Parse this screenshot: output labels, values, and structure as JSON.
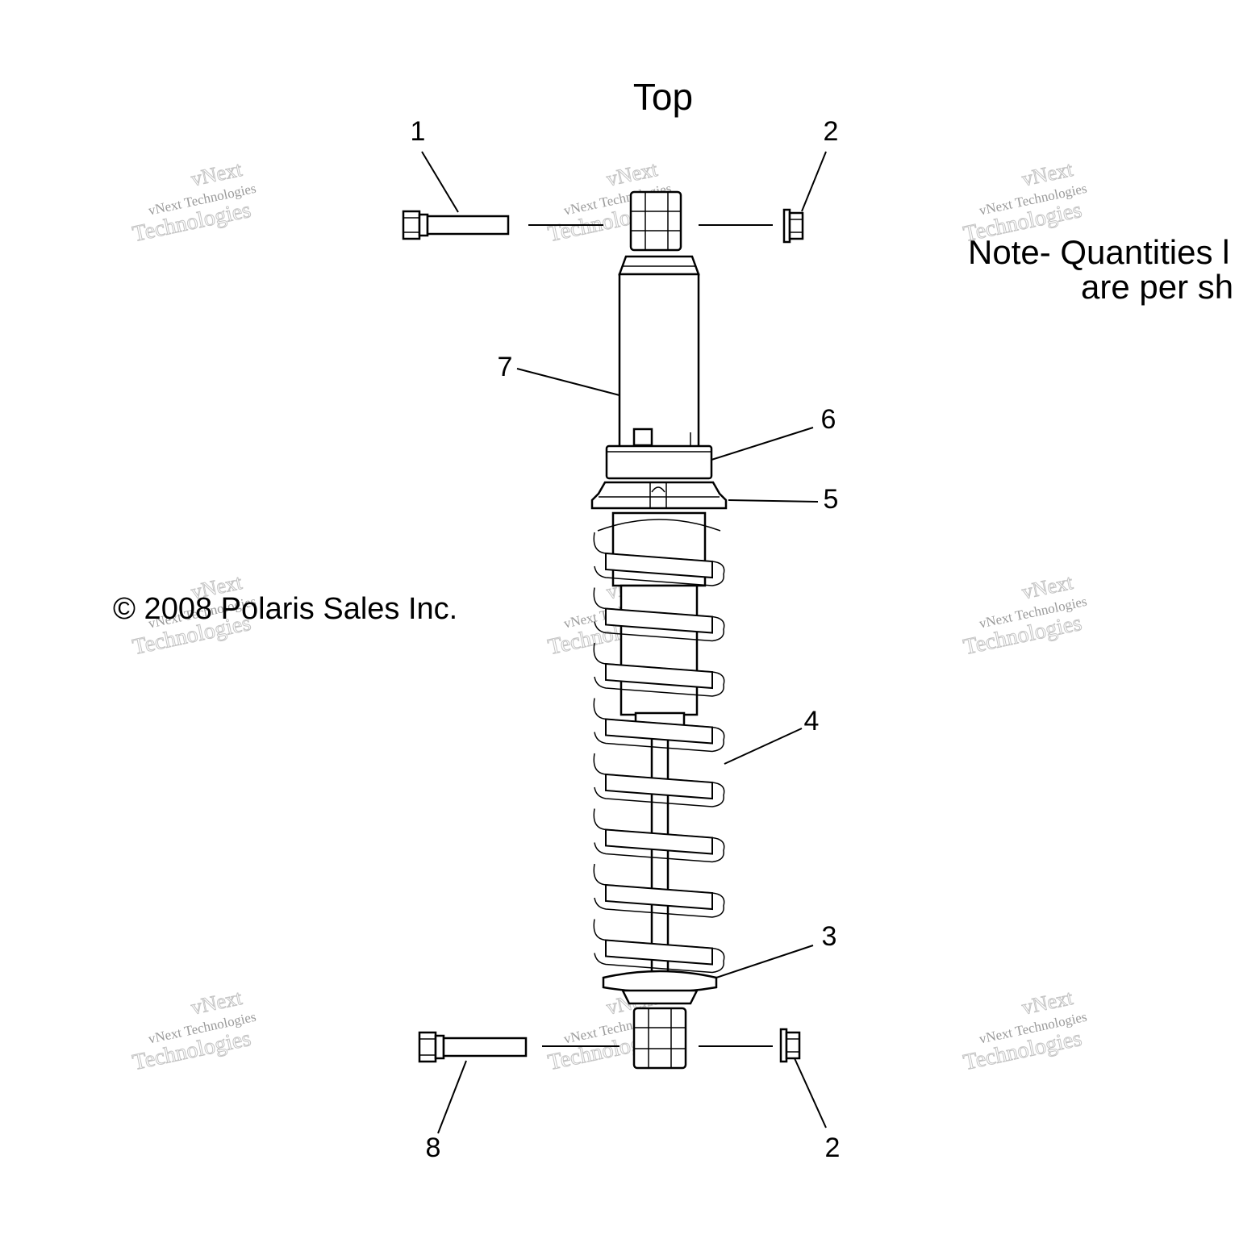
{
  "diagram": {
    "title": "Top",
    "note_line1": "Note- Quantities l",
    "note_line2": "are per sh",
    "copyright": "© 2008 Polaris Sales Inc.",
    "callouts": [
      {
        "id": "c1",
        "text": "1"
      },
      {
        "id": "c2a",
        "text": "2"
      },
      {
        "id": "c7",
        "text": "7"
      },
      {
        "id": "c6",
        "text": "6"
      },
      {
        "id": "c5",
        "text": "5"
      },
      {
        "id": "c4",
        "text": "4"
      },
      {
        "id": "c3",
        "text": "3"
      },
      {
        "id": "c8",
        "text": "8"
      },
      {
        "id": "c2b",
        "text": "2"
      }
    ],
    "watermark": {
      "line0": "vNext",
      "line1": "vNext Technologies",
      "line2": "Technologies"
    }
  }
}
